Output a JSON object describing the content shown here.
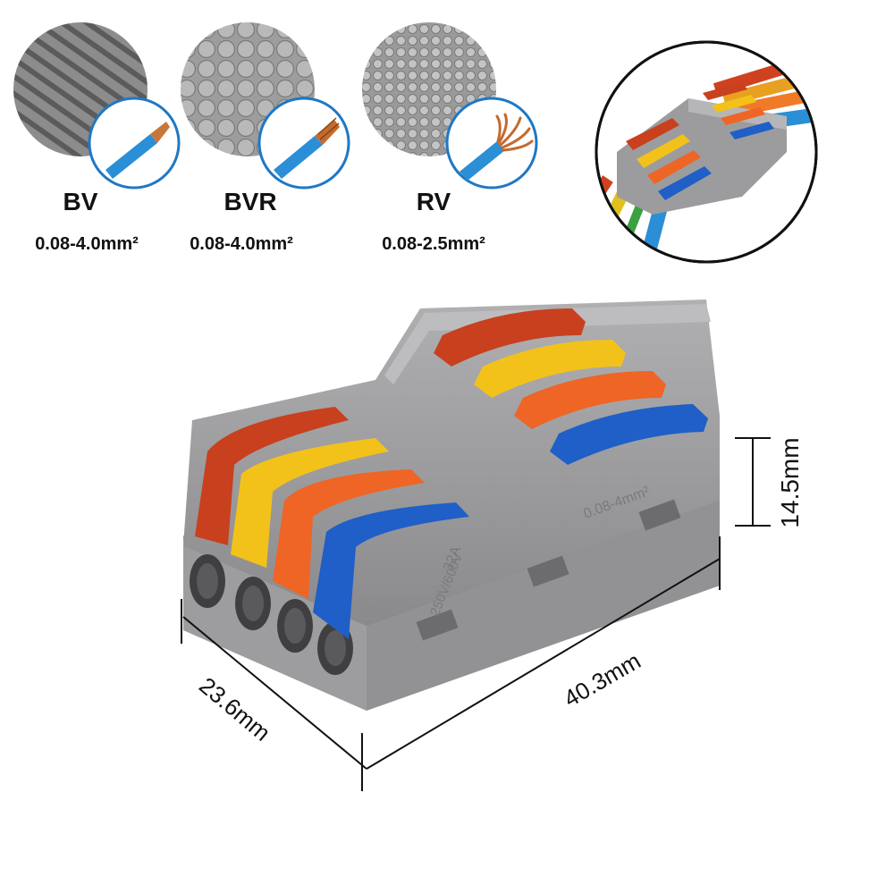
{
  "wire_types": [
    {
      "name": "BV",
      "range": "0.08-4.0mm²"
    },
    {
      "name": "BVR",
      "range": "0.08-4.0mm²"
    },
    {
      "name": "RV",
      "range": "0.08-2.5mm²"
    }
  ],
  "dimensions": {
    "height": "14.5mm",
    "length": "40.3mm",
    "width": "23.6mm"
  },
  "connector_markings": {
    "rating": "32A",
    "voltage": "250V/600V",
    "wire_range": "0.08-4mm²"
  },
  "colors": {
    "body": "#9a9a9c",
    "lever_red": "#c8401e",
    "lever_yellow": "#f2c21b",
    "lever_orange": "#ee6526",
    "lever_blue": "#1f5fc7",
    "wire_insulation": "#2a8fd6",
    "copper": "#c7763a"
  }
}
